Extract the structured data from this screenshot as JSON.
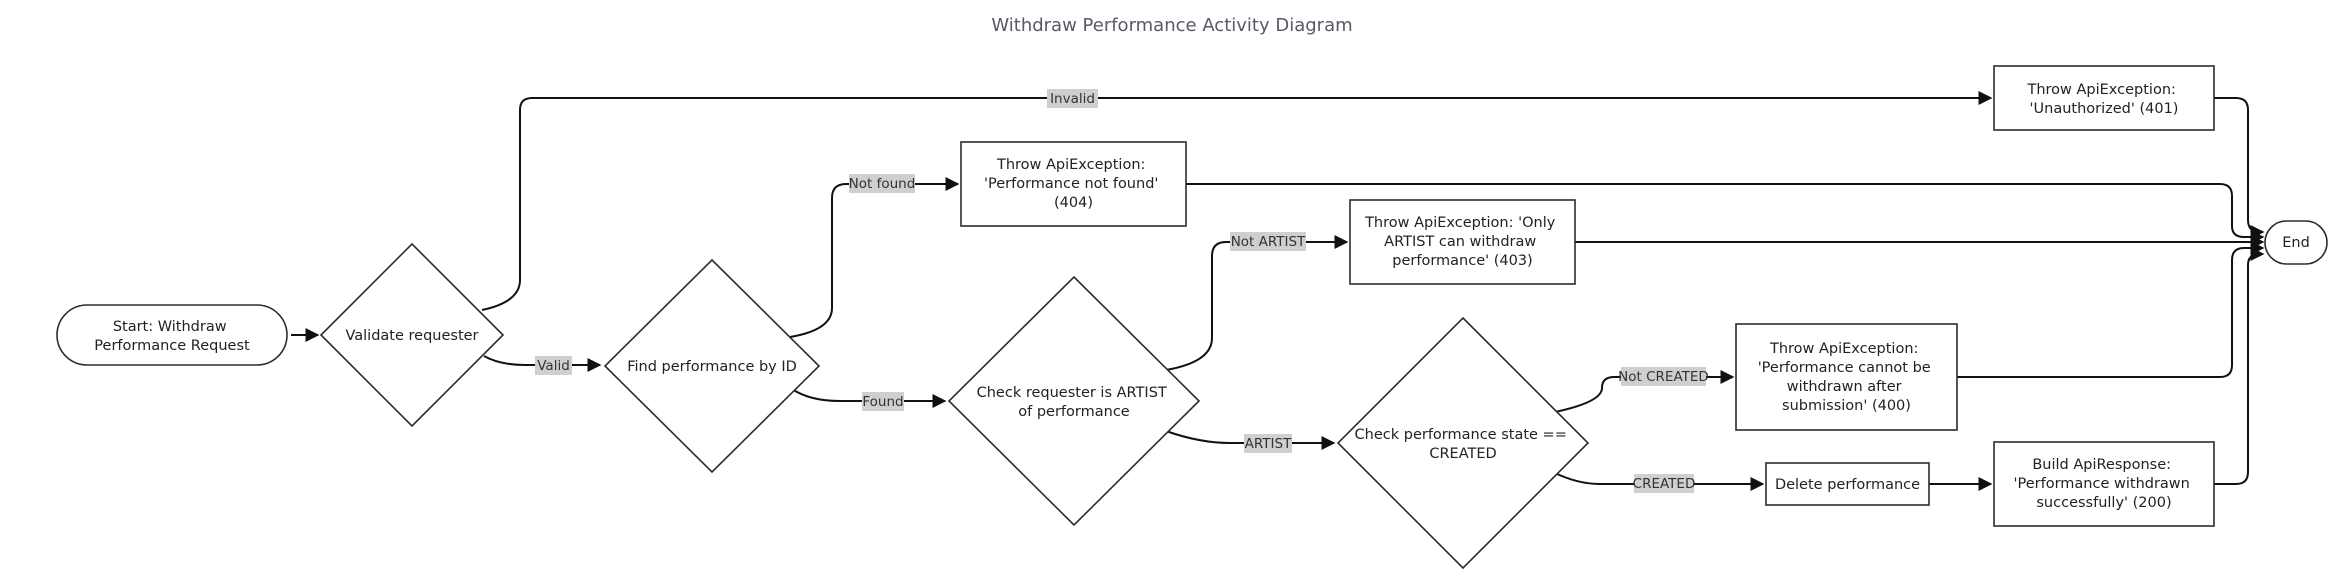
{
  "title": "Withdraw Performance Activity Diagram",
  "nodes": {
    "start": [
      "Start: Withdraw",
      "Performance Request"
    ],
    "validate": [
      "Validate requester"
    ],
    "unauthorized": [
      "Throw ApiException:",
      "'Unauthorized' (401)"
    ],
    "find": [
      "Find performance by ID"
    ],
    "not_found": [
      "Throw ApiException:",
      "'Performance not found'",
      "(404)"
    ],
    "check_artist": [
      "Check requester is ARTIST",
      "of performance"
    ],
    "only_artist": [
      "Throw ApiException: 'Only",
      "ARTIST can withdraw",
      "performance' (403)"
    ],
    "check_state": [
      "Check performance state ==",
      "CREATED"
    ],
    "cannot_withdraw": [
      "Throw ApiException:",
      "'Performance cannot be",
      "withdrawn after",
      "submission' (400)"
    ],
    "delete": [
      "Delete performance"
    ],
    "build_response": [
      "Build ApiResponse:",
      "'Performance withdrawn",
      "successfully' (200)"
    ],
    "end": [
      "End"
    ]
  },
  "edge_labels": {
    "invalid": "Invalid",
    "valid": "Valid",
    "not_found": "Not found",
    "found": "Found",
    "not_artist": "Not ARTIST",
    "artist": "ARTIST",
    "not_created": "Not CREATED",
    "created": "CREATED"
  }
}
